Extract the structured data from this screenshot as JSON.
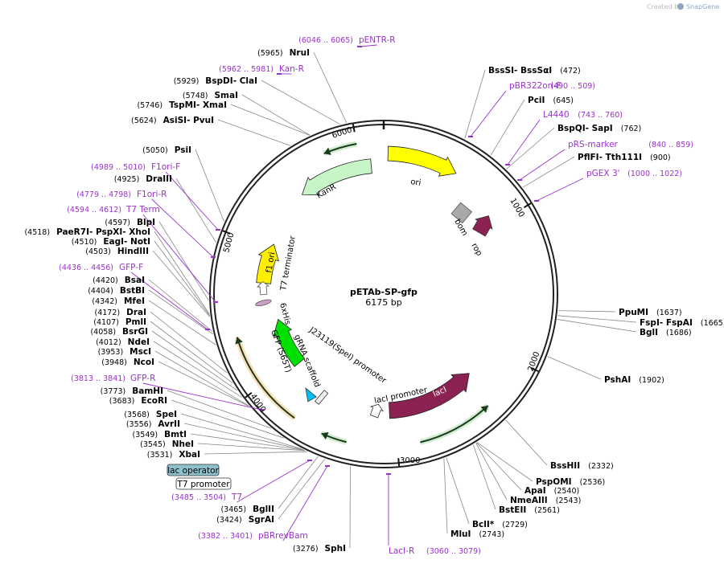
{
  "credit": {
    "prefix": "Created by",
    "brand": "SnapGene"
  },
  "plasmid": {
    "name": "pETAb-SP-gfp",
    "length_label": "6175 bp"
  },
  "ticks": [
    "1000",
    "2000",
    "3000",
    "4000",
    "5000",
    "6000"
  ],
  "enzymes": [
    {
      "pos": "(472)",
      "name": "BssSI",
      "alias": "BssSαI",
      "side": "right"
    },
    {
      "pos": "(645)",
      "name": "PciI",
      "alias": "",
      "side": "right"
    },
    {
      "pos": "(762)",
      "name": "BspQI",
      "alias": "SapI",
      "side": "right"
    },
    {
      "pos": "(900)",
      "name": "PflFI",
      "alias": "Tth111I",
      "side": "right"
    },
    {
      "pos": "(1637)",
      "name": "PpuMI",
      "alias": "",
      "side": "right"
    },
    {
      "pos": "(1665)",
      "name": "FspI",
      "alias": "FspAI",
      "side": "right"
    },
    {
      "pos": "(1686)",
      "name": "BglI",
      "alias": "",
      "side": "right"
    },
    {
      "pos": "(1902)",
      "name": "PshAI",
      "alias": "",
      "side": "right"
    },
    {
      "pos": "(2332)",
      "name": "BssHII",
      "alias": "",
      "side": "right"
    },
    {
      "pos": "(2536)",
      "name": "PspOMI",
      "alias": "",
      "side": "right"
    },
    {
      "pos": "(2540)",
      "name": "ApaI",
      "alias": "",
      "side": "right"
    },
    {
      "pos": "(2543)",
      "name": "NmeAIII",
      "alias": "",
      "side": "right"
    },
    {
      "pos": "(2561)",
      "name": "BstEII",
      "alias": "",
      "side": "right"
    },
    {
      "pos": "(2729)",
      "name": "BclI",
      "alias": "*",
      "side": "right"
    },
    {
      "pos": "(2743)",
      "name": "MluI",
      "alias": "",
      "side": "right"
    },
    {
      "pos": "(3276)",
      "name": "SphI",
      "alias": "",
      "side": "left"
    },
    {
      "pos": "(3424)",
      "name": "SgrAI",
      "alias": "",
      "side": "left"
    },
    {
      "pos": "(3465)",
      "name": "BglII",
      "alias": "",
      "side": "left"
    },
    {
      "pos": "(3531)",
      "name": "XbaI",
      "alias": "",
      "side": "left"
    },
    {
      "pos": "(3545)",
      "name": "NheI",
      "alias": "",
      "side": "left"
    },
    {
      "pos": "(3549)",
      "name": "BmtI",
      "alias": "",
      "side": "left"
    },
    {
      "pos": "(3556)",
      "name": "AvrII",
      "alias": "",
      "side": "left"
    },
    {
      "pos": "(3568)",
      "name": "SpeI",
      "alias": "",
      "side": "left"
    },
    {
      "pos": "(3683)",
      "name": "EcoRI",
      "alias": "",
      "side": "left"
    },
    {
      "pos": "(3773)",
      "name": "BamHI",
      "alias": "",
      "side": "left"
    },
    {
      "pos": "(3948)",
      "name": "NcoI",
      "alias": "",
      "side": "left"
    },
    {
      "pos": "(3953)",
      "name": "MscI",
      "alias": "",
      "side": "left"
    },
    {
      "pos": "(4012)",
      "name": "NdeI",
      "alias": "",
      "side": "left"
    },
    {
      "pos": "(4058)",
      "name": "BsrGI",
      "alias": "",
      "side": "left"
    },
    {
      "pos": "(4107)",
      "name": "PmlI",
      "alias": "",
      "side": "left"
    },
    {
      "pos": "(4172)",
      "name": "DraI",
      "alias": "",
      "side": "left"
    },
    {
      "pos": "(4342)",
      "name": "MfeI",
      "alias": "",
      "side": "left"
    },
    {
      "pos": "(4404)",
      "name": "BstBI",
      "alias": "",
      "side": "left"
    },
    {
      "pos": "(4420)",
      "name": "BsaI",
      "alias": "",
      "side": "left"
    },
    {
      "pos": "(4503)",
      "name": "HindIII",
      "alias": "",
      "side": "left"
    },
    {
      "pos": "(4510)",
      "name": "EagI",
      "alias": "NotI",
      "side": "left"
    },
    {
      "pos": "(4518)",
      "name": "PaeR7I",
      "alias": "PspXI",
      "alias2": "XhoI",
      "side": "left"
    },
    {
      "pos": "(4597)",
      "name": "BlpI",
      "alias": "",
      "side": "left"
    },
    {
      "pos": "(4925)",
      "name": "DraIII",
      "alias": "",
      "side": "left"
    },
    {
      "pos": "(5050)",
      "name": "PsiI",
      "alias": "",
      "side": "left"
    },
    {
      "pos": "(5624)",
      "name": "AsiSI",
      "alias": "PvuI",
      "side": "left"
    },
    {
      "pos": "(5746)",
      "name": "TspMI",
      "alias": "XmaI",
      "side": "left"
    },
    {
      "pos": "(5748)",
      "name": "SmaI",
      "alias": "",
      "side": "left"
    },
    {
      "pos": "(5929)",
      "name": "BspDI",
      "alias": "ClaI",
      "side": "left"
    },
    {
      "pos": "(5965)",
      "name": "NruI",
      "alias": "",
      "side": "left"
    }
  ],
  "primers": [
    {
      "range": "(6046 .. 6065)",
      "name": "pENTR-R"
    },
    {
      "range": "(5962 .. 5981)",
      "name": "Kan-R"
    },
    {
      "range": "(490 .. 509)",
      "name": "pBR322ori-F"
    },
    {
      "range": "(743 .. 760)",
      "name": "L4440"
    },
    {
      "range": "(840 .. 859)",
      "name": "pRS-marker"
    },
    {
      "range": "(1000 .. 1022)",
      "name": "pGEX 3'"
    },
    {
      "range": "(4989 .. 5010)",
      "name": "F1ori-F"
    },
    {
      "range": "(4779 .. 4798)",
      "name": "F1ori-R"
    },
    {
      "range": "(4594 .. 4612)",
      "name": "T7 Term"
    },
    {
      "range": "(4436 .. 4456)",
      "name": "GFP-F"
    },
    {
      "range": "(3813 .. 3841)",
      "name": "GFP-R"
    },
    {
      "range": "(3485 .. 3504)",
      "name": "T7"
    },
    {
      "range": "(3382 .. 3401)",
      "name": "pBRrevBam"
    },
    {
      "range": "(3060 .. 3079)",
      "name": "LacI-R"
    }
  ],
  "features": {
    "ori": "ori",
    "kanr": "KanR",
    "bom": "bom",
    "rop": "rop",
    "f1ori": "f1 ori",
    "t7term": "T7 terminator",
    "sixhis": "6xHis",
    "gfp": "GFP (S65T)",
    "grna": "gRNA scaffold",
    "j23119": "J23119(SpeI) promoter",
    "lacipromoter": "lacI promoter",
    "laci": "lacI",
    "lacop": "lac operator",
    "t7prom": "T7 promoter"
  },
  "colors": {
    "ori": "#ffff00",
    "kanr": "#c8f5c8",
    "bom": "#a9a9a9",
    "rop": "#8b2252",
    "laci": "#8b2252",
    "gfp": "#00e000",
    "f1ori": "#ffee00",
    "grna": "#00bfff",
    "primer": "#9932cc",
    "lacop_box": "#8fc1cd"
  }
}
